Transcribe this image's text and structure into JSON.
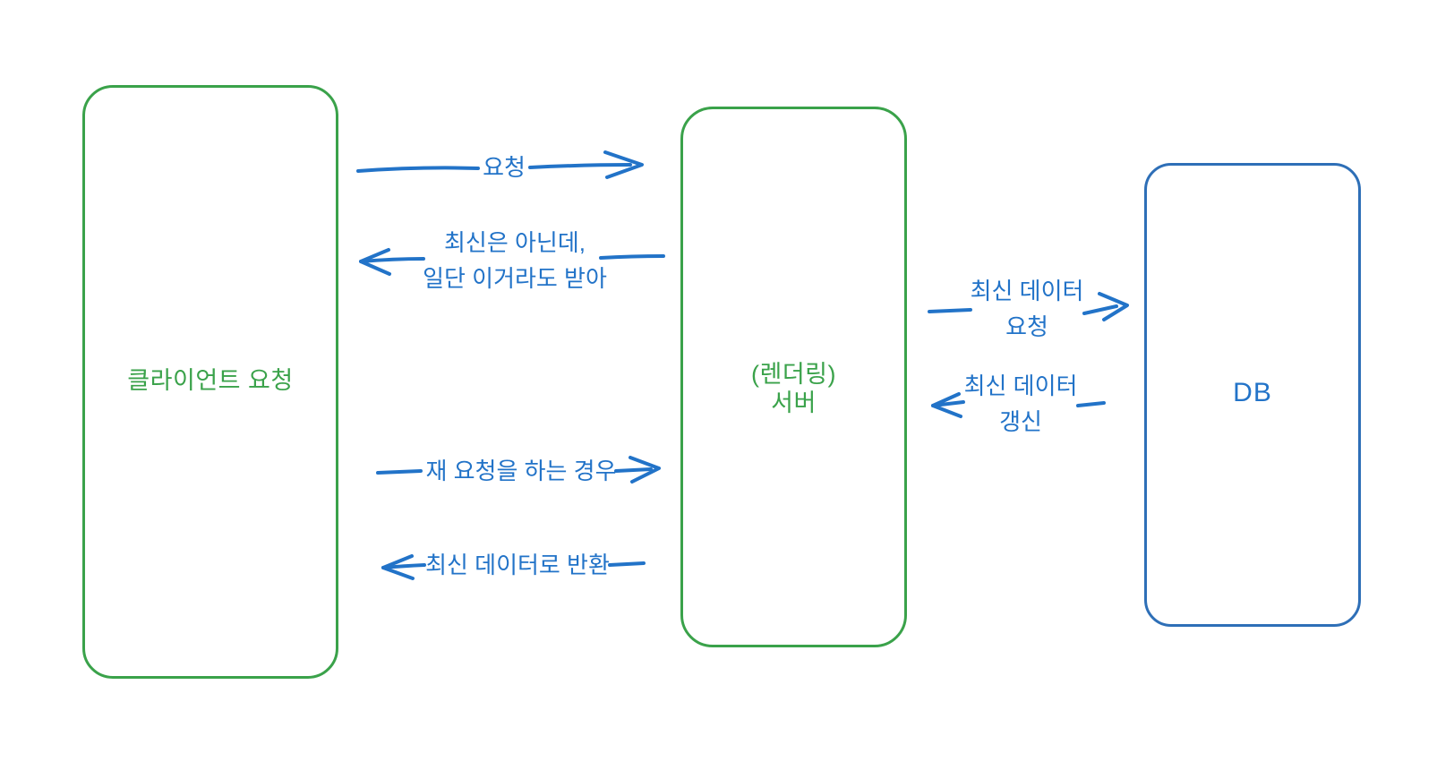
{
  "diagram": {
    "title": "Client / Rendering-server / DB caching flow diagram",
    "colors": {
      "green": "#3aa24a",
      "blue": "#2273c8",
      "db_border": "#2e6fb7",
      "background": "#ffffff"
    },
    "boxes": {
      "client": {
        "label": "클라이언트 요청"
      },
      "server": {
        "label_line1": "(렌더링)",
        "label_line2": "서버"
      },
      "db": {
        "label": "DB"
      }
    },
    "arrows": {
      "request": {
        "label": "요청",
        "from": "client",
        "to": "server",
        "direction": "right"
      },
      "stale_response": {
        "label_line1": "최신은 아닌데,",
        "label_line2": "일단 이거라도 받아",
        "from": "server",
        "to": "client",
        "direction": "left"
      },
      "re_request": {
        "label": "재 요청을 하는 경우",
        "from": "client",
        "to": "server",
        "direction": "right"
      },
      "fresh_return": {
        "label": "최신 데이터로 반환",
        "from": "server",
        "to": "client",
        "direction": "left"
      },
      "latest_data_request": {
        "label_line1": "최신 데이터",
        "label_line2": "요청",
        "from": "server",
        "to": "db",
        "direction": "right"
      },
      "latest_data_refresh": {
        "label_line1": "최신 데이터",
        "label_line2": "갱신",
        "from": "db",
        "to": "server",
        "direction": "left"
      }
    }
  }
}
